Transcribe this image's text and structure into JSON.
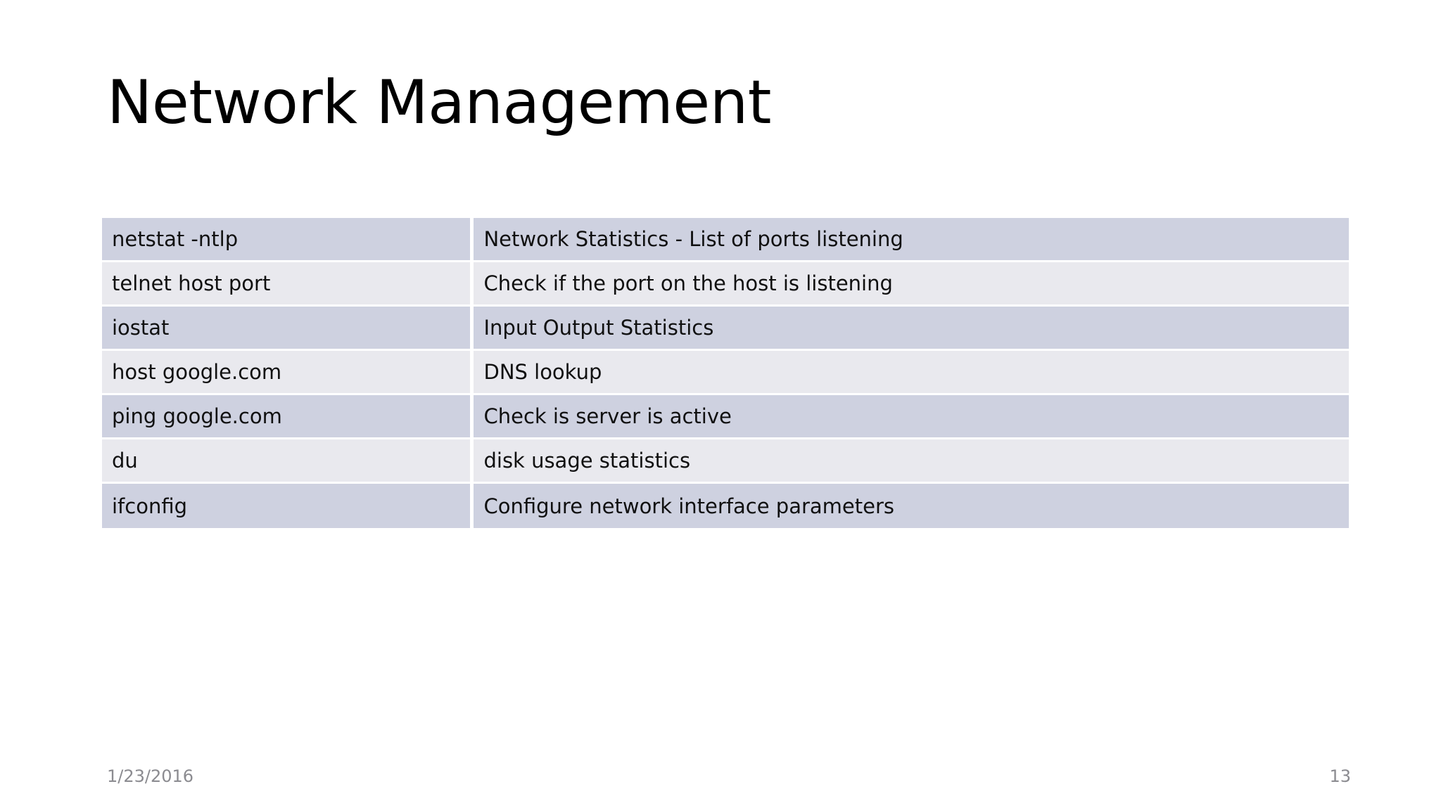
{
  "slide": {
    "title": "Network Management",
    "page_number": "13",
    "date": "1/23/2016",
    "background_color": "#ffffff",
    "title_color": "#000000",
    "footer_color": "#8b8b90"
  },
  "table": {
    "band_color_odd": "#ced1e0",
    "band_color_even": "#e9e9ee",
    "gridline_color": "#ffffff",
    "rows": [
      {
        "command": "netstat -ntlp",
        "description": "Network Statistics - List of ports listening"
      },
      {
        "command": "telnet host port",
        "description": "Check if the port on the host is listening"
      },
      {
        "command": "iostat",
        "description": "Input Output Statistics"
      },
      {
        "command": "host google.com",
        "description": "DNS lookup"
      },
      {
        "command": "ping google.com",
        "description": "Check is server is active"
      },
      {
        "command": "du",
        "description": "disk usage statistics"
      },
      {
        "command": "ifconfig",
        "description": "Configure network interface parameters"
      }
    ]
  }
}
